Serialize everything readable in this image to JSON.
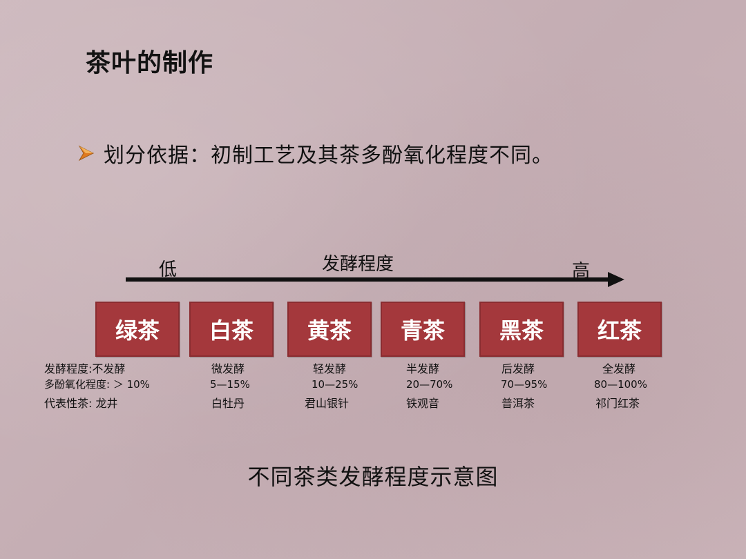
{
  "title": "茶叶的制作",
  "bullet": {
    "icon": "arrow-bullet-icon",
    "text": "划分依据：初制工艺及其茶多酚氧化程度不同。"
  },
  "axis": {
    "low": "低",
    "label": "发酵程度",
    "high": "高"
  },
  "boxes": [
    {
      "name": "绿茶"
    },
    {
      "name": "白茶"
    },
    {
      "name": "黄茶"
    },
    {
      "name": "青茶"
    },
    {
      "name": "黑茶"
    },
    {
      "name": "红茶"
    }
  ],
  "details": {
    "green": {
      "fermentation": "发酵程度:不发酵",
      "polyphenol": "多酚氧化程度: ＞ 10%",
      "example": "代表性茶: 龙井"
    },
    "white": {
      "fermentation": "微发酵",
      "polyphenol": "5—15%",
      "example": "白牡丹"
    },
    "yellow": {
      "fermentation": "轻发酵",
      "polyphenol": "10—25%",
      "example": "君山银针"
    },
    "oolong": {
      "fermentation": "半发酵",
      "polyphenol": "20—70%",
      "example": "铁观音"
    },
    "dark": {
      "fermentation": "后发酵",
      "polyphenol": "70—95%",
      "example": "普洱茶"
    },
    "black": {
      "fermentation": "全发酵",
      "polyphenol": "80—100%",
      "example": "祁门红茶"
    }
  },
  "caption": "不同茶类发酵程度示意图",
  "colors": {
    "background": "#c9b3b8",
    "box_fill": "#a4383c",
    "bullet_accent": "#e07a1f"
  }
}
